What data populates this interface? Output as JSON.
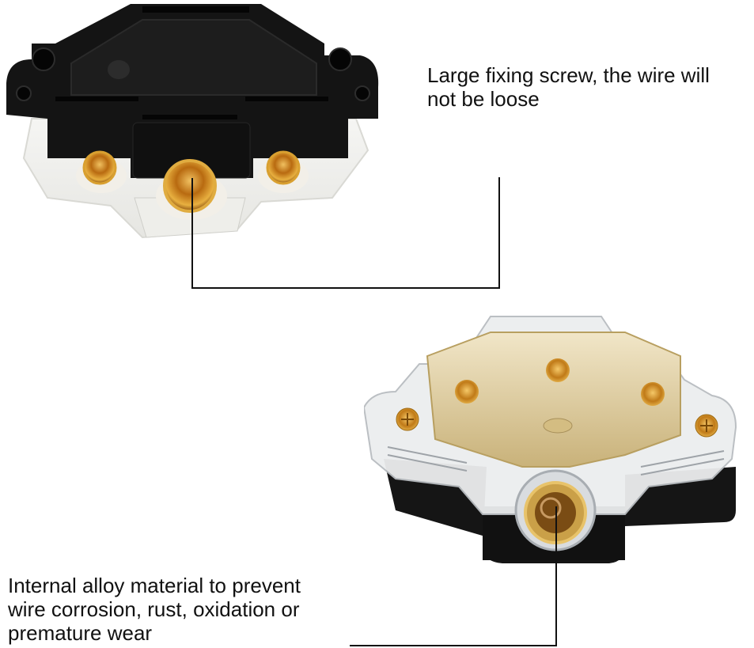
{
  "captions": {
    "top": {
      "line1": "Large fixing screw, the wire will",
      "line2": "not be loose"
    },
    "bottom": {
      "line1": "Internal alloy material to prevent",
      "line2": "wire corrosion, rust, oxidation or",
      "line3": "premature wear"
    }
  },
  "products": {
    "top": {
      "view": "underside",
      "terminals": 3
    },
    "bottom": {
      "view": "top",
      "terminals": 4
    }
  },
  "colors": {
    "background": "#ffffff",
    "text": "#111111",
    "body_black": "#141414",
    "gold": "#c8902a",
    "clear_plastic": "#e9ecef"
  }
}
